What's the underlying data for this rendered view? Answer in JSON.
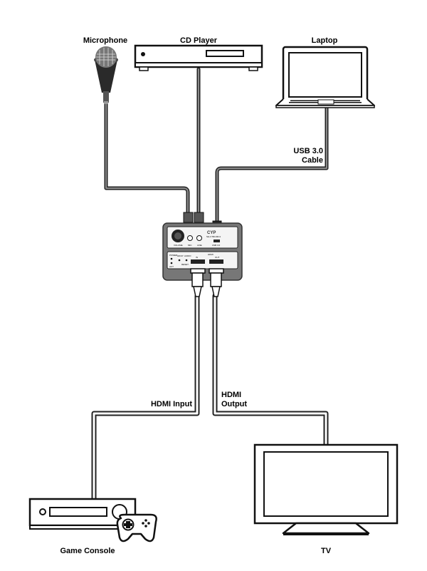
{
  "labels": {
    "microphone": "Microphone",
    "cd_player": "CD Player",
    "laptop": "Laptop",
    "usb_line1": "USB 3.0",
    "usb_line2": "Cable",
    "hdmi_input": "HDMI Input",
    "hdmi_output_line1": "HDMI",
    "hdmi_output_line2": "Output",
    "game_console": "Game Console",
    "tv": "TV"
  },
  "device_panel": {
    "volume": "VOLUME",
    "mic": "MIC",
    "line": "LINE",
    "brand": "CYP",
    "model": "SH-CTRLMIC1",
    "usb": "USB 3.0",
    "power": "POWER",
    "hdcp": "HDCP",
    "audio": "AUDIO",
    "reset": "RESET",
    "act": "ACT",
    "hdmi": "HDMI",
    "in": "IN",
    "out": "OUT"
  }
}
